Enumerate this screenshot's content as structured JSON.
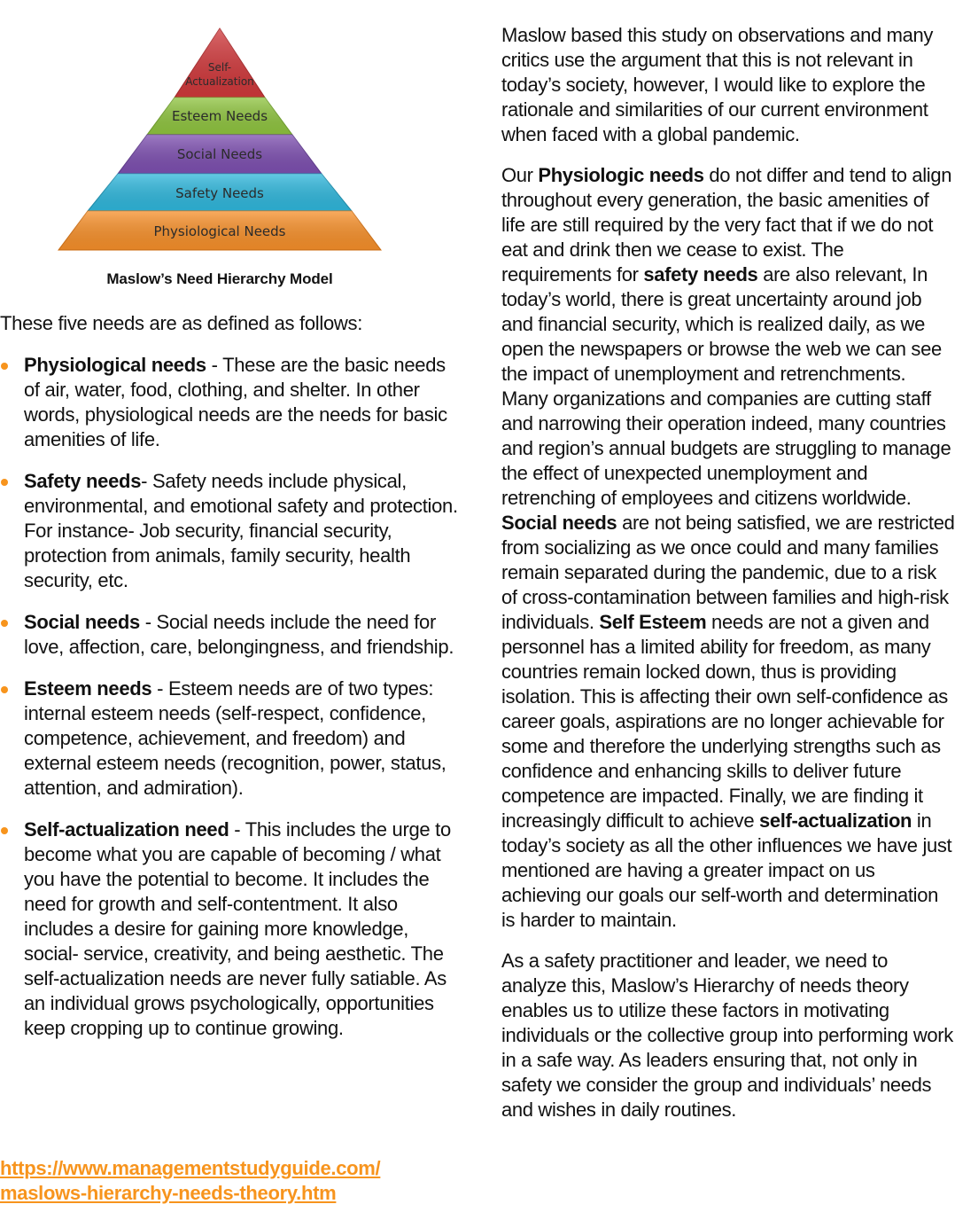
{
  "figure": {
    "levels": [
      {
        "label_line1": "Self-",
        "label_line2": "Actualization",
        "color": "#d0383b"
      },
      {
        "label": "Esteem Needs",
        "color": "#8fc43f"
      },
      {
        "label": "Social Needs",
        "color": "#7d4fb0"
      },
      {
        "label": "Safety Needs",
        "color": "#2fb7dc"
      },
      {
        "label": "Physiological Needs",
        "color": "#f7902a"
      }
    ],
    "caption": "Maslow’s Need Hierarchy Model"
  },
  "left": {
    "intro": "These five needs are as defined as follows:",
    "bullets": [
      {
        "title": "Physiological needs",
        "text": " - These are the basic needs of air, water, food, clothing, and shelter. In other words, physiological needs are the needs for basic amenities of life."
      },
      {
        "title": "Safety needs",
        "text": "- Safety needs include physical, environmental, and emotional safety and protection. For instance- Job security, financial security, protection from animals, family security, health security, etc."
      },
      {
        "title": "Social needs",
        "text": " - Social needs include the need for love, affection, care, belongingness, and friendship."
      },
      {
        "title": "Esteem needs",
        "text": " - Esteem needs are of two types: internal esteem needs (self-respect, confidence, competence, achievement, and freedom) and external esteem needs (recognition, power, status, attention, and admiration)."
      },
      {
        "title": "Self-actualization need",
        "text": " - This includes the urge to become what you are capable of becoming / what you have the potential to become. It includes the need for growth and self-contentment. It also includes a desire for gaining more knowledge, social- service, creativity, and being aesthetic. The self-actualization needs are never fully satiable. As an individual grows psychologically, opportunities keep cropping up to continue growing."
      }
    ],
    "link_line1": "https://www.managementstudyguide.com/",
    "link_line2": "maslows-hierarchy-needs-theory.htm",
    "accent_color": "#f7941d"
  },
  "right": {
    "p1": "Maslow based this study on observations and many critics use the argument that this is not relevant in today’s society, however, I would like to explore the rationale and similarities of our current environment when faced with a global pandemic.",
    "p2": {
      "s1": "Our ",
      "b1": "Physiologic needs",
      "s2": " do not differ and tend to align throughout every generation, the basic amenities of life are still required by the very fact that if we do not eat and drink then we cease to exist. The requirements for ",
      "b2": "safety needs",
      "s3": " are also relevant, In today’s world, there is great uncertainty around job and financial security, which is realized daily, as we open the newspapers or browse the web we can see the impact of unemployment and retrenchments. Many organizations and companies are cutting staff and narrowing their operation indeed, many countries and region’s annual budgets are struggling to manage the effect of unexpected unemployment and retrenching of employees and citizens worldwide. ",
      "b3": "Social needs",
      "s4": " are not being satisfied, we are restricted from socializing as we once could and many families remain separated during the pandemic, due to a risk of cross-contamination between families and high-risk individuals. ",
      "b4": "Self Esteem",
      "s5": " needs are not a given and personnel has a limited ability for freedom, as many countries remain locked down, thus is providing isolation. This is affecting their own self-confidence as career goals, aspirations are no longer achievable for some and therefore the underlying strengths such as confidence and enhancing skills to deliver future competence are impacted. Finally, we are finding it increasingly difficult to achieve ",
      "b5": "self-actualization",
      "s6": " in today’s society as all the other influences we have just mentioned are having a greater impact on us achieving our goals our self-worth and determination is harder to maintain."
    },
    "p3": "As a safety practitioner and leader, we need to analyze this, Maslow’s Hierarchy of needs theory enables us to utilize these factors in motivating individuals or the collective group into performing work in a safe way. As leaders ensuring that, not only in safety we consider the group and individuals’ needs and wishes in daily routines."
  }
}
